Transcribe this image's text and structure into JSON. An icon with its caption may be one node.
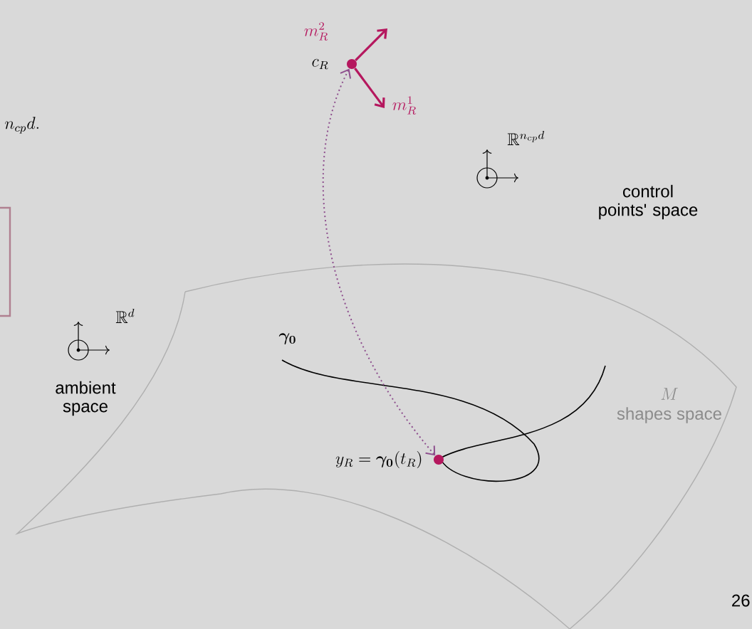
{
  "diagram": {
    "nodes": [
      {
        "text": [
          "M",
          "shapes space"
        ]
      },
      {
        "text": [],
        "shape": "circle",
        "in": 0,
        "beside": [
          "y_R = \\boldsymbol{\\gamma_0}(t_R)"
        ]
      },
      {
        "text": [],
        "shape": "circle",
        "beside": [
          "c_R"
        ]
      }
    ],
    "edges": [
      {
        "from": 2,
        "to": null,
        "arrow": "to",
        "label": "m_R^2"
      },
      {
        "from": 2,
        "to": null,
        "arrow": "to",
        "label": "m_R^1"
      },
      {
        "from": 2,
        "to": 1,
        "arrow": "both",
        "style": "dashed",
        "color": "#8e4f8e"
      }
    ],
    "labels": [
      "n_{cp}d.",
      "\\mathbb{R}^{n_{cp}d}",
      "control points' space",
      "\\mathbb{R}^d",
      "ambient space",
      "\\boldsymbol{\\gamma_0}",
      "26"
    ]
  }
}
